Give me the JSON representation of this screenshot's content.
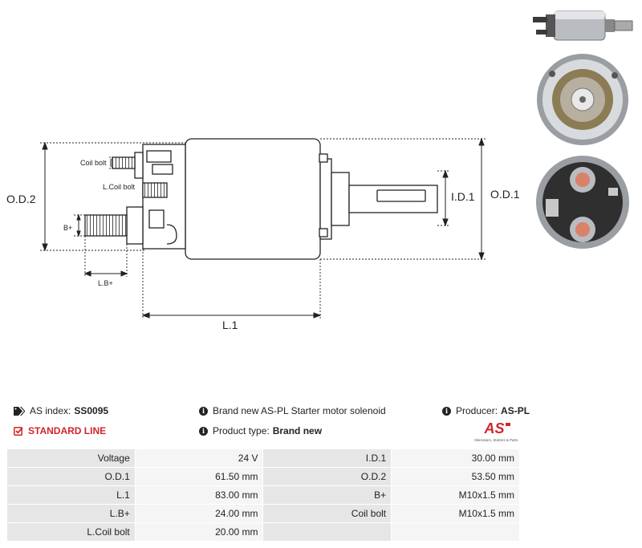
{
  "drawing": {
    "labels": {
      "od2": "O.D.2",
      "od1": "O.D.1",
      "id1": "I.D.1",
      "coil_bolt": "Coil bolt",
      "l_coil_bolt": "L.Coil bolt",
      "b_plus": "B+",
      "lb_plus": "L.B+",
      "l1": "L.1"
    }
  },
  "info": {
    "as_index_label": "AS index:",
    "as_index_value": "SS0095",
    "standard_line": "STANDARD LINE",
    "description": "Brand new AS-PL Starter motor solenoid",
    "product_type_label": "Product type:",
    "product_type_value": "Brand new",
    "producer_label": "Producer:",
    "producer_value": "AS-PL"
  },
  "logo": {
    "mark": "AS",
    "tagline": "Alternators, Starters & Parts",
    "color": "#d0262a"
  },
  "specs": [
    {
      "k1": "Voltage",
      "v1": "24 V",
      "k2": "I.D.1",
      "v2": "30.00 mm"
    },
    {
      "k1": "O.D.1",
      "v1": "61.50 mm",
      "k2": "O.D.2",
      "v2": "53.50 mm"
    },
    {
      "k1": "L.1",
      "v1": "83.00 mm",
      "k2": "B+",
      "v2": "M10x1.5 mm"
    },
    {
      "k1": "L.B+",
      "v1": "24.00 mm",
      "k2": "Coil bolt",
      "v2": "M10x1.5 mm"
    },
    {
      "k1": "L.Coil bolt",
      "v1": "20.00 mm",
      "k2": "",
      "v2": ""
    }
  ]
}
